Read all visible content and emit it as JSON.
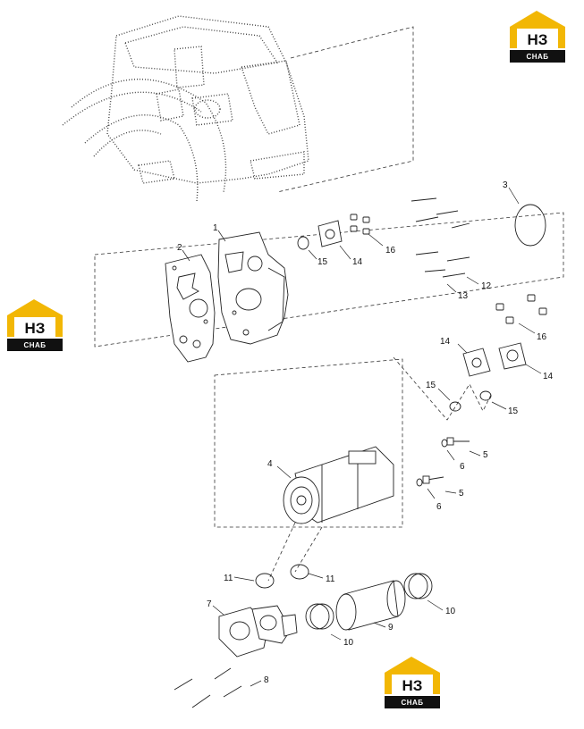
{
  "diagram": {
    "callouts": [
      {
        "id": "c1",
        "text": "1"
      },
      {
        "id": "c2",
        "text": "2"
      },
      {
        "id": "c3",
        "text": "3"
      },
      {
        "id": "c4",
        "text": "4"
      },
      {
        "id": "c5a",
        "text": "5"
      },
      {
        "id": "c5b",
        "text": "5"
      },
      {
        "id": "c6a",
        "text": "6"
      },
      {
        "id": "c6b",
        "text": "6"
      },
      {
        "id": "c7",
        "text": "7"
      },
      {
        "id": "c8",
        "text": "8"
      },
      {
        "id": "c9",
        "text": "9"
      },
      {
        "id": "c10a",
        "text": "10"
      },
      {
        "id": "c10b",
        "text": "10"
      },
      {
        "id": "c11a",
        "text": "11"
      },
      {
        "id": "c11b",
        "text": "11"
      },
      {
        "id": "c12",
        "text": "12"
      },
      {
        "id": "c13",
        "text": "13"
      },
      {
        "id": "c14a",
        "text": "14"
      },
      {
        "id": "c14b",
        "text": "14"
      },
      {
        "id": "c14c",
        "text": "14"
      },
      {
        "id": "c15a",
        "text": "15"
      },
      {
        "id": "c15b",
        "text": "15"
      },
      {
        "id": "c15c",
        "text": "15"
      },
      {
        "id": "c16a",
        "text": "16"
      },
      {
        "id": "c16b",
        "text": "16"
      }
    ]
  },
  "watermark": {
    "brand_top": "НЗ",
    "brand_sub": "СНАБ",
    "colors": {
      "roof": "#f2b705",
      "band": "#111111",
      "text_sub": "#ffffff"
    }
  }
}
